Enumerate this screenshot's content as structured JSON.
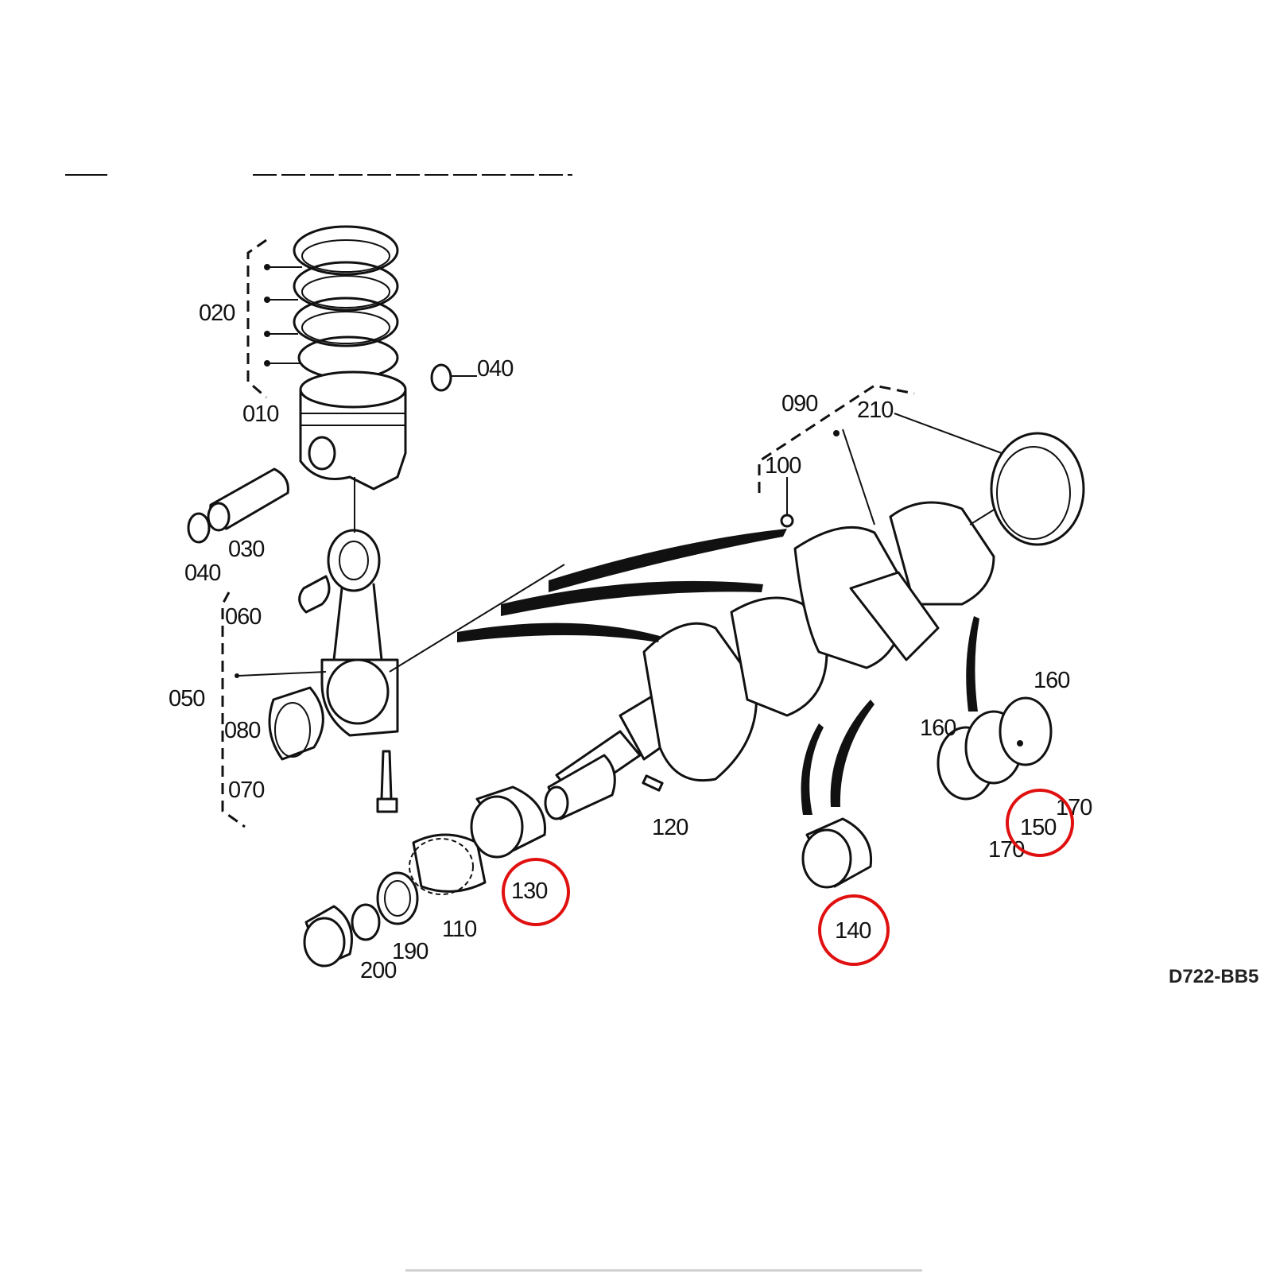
{
  "diagram": {
    "labels": [
      "020",
      "040",
      "010",
      "030",
      "040",
      "060",
      "050",
      "080",
      "070",
      "090",
      "210",
      "100",
      "120",
      "130",
      "140",
      "150",
      "160",
      "160",
      "170",
      "170",
      "110",
      "190",
      "200"
    ],
    "highlighted": [
      "130",
      "140",
      "150"
    ],
    "highlight_color": "#e01010",
    "footer_code": "D722-BB5"
  }
}
